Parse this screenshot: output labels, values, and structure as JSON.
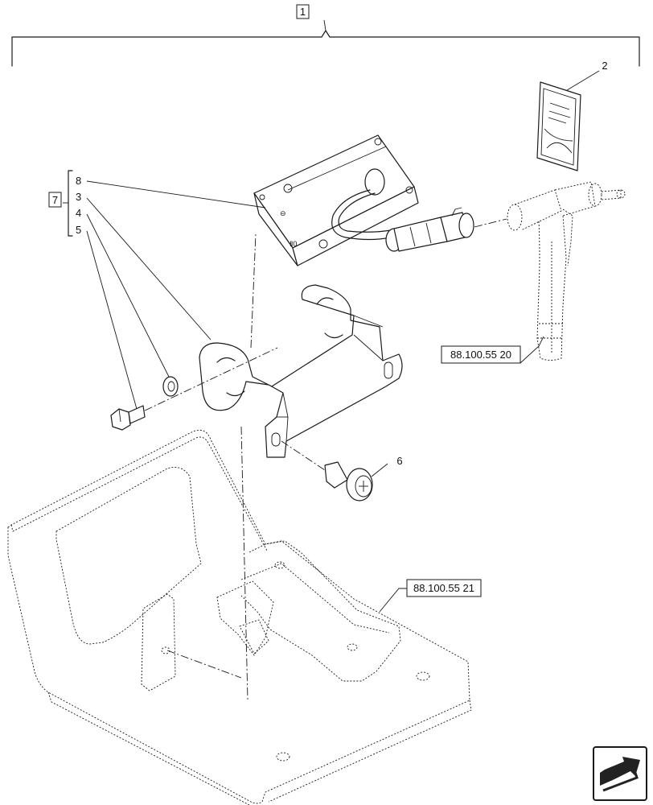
{
  "callouts": {
    "kit": "1",
    "sub_kit": "7",
    "item_2": "2",
    "item_3": "3",
    "item_4": "4",
    "item_5": "5",
    "item_6": "6",
    "item_8": "8"
  },
  "references": {
    "harness_ref": "88.100.55 20",
    "bracket_ref": "88.100.55 21"
  },
  "icons": {
    "corner": "direction-arrow-icon"
  }
}
